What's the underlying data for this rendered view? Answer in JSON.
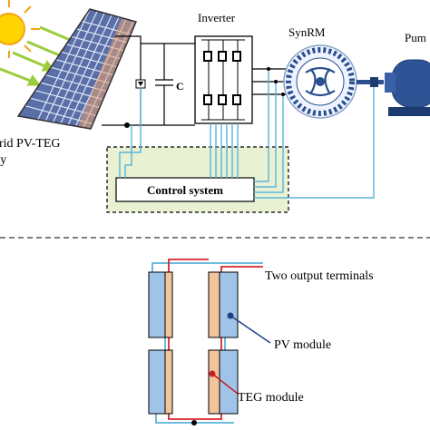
{
  "labels": {
    "inverter": "Inverter",
    "motor": "SynRM",
    "pump": "Pum",
    "array_line1": "brid PV-TEG",
    "array_line2": "ay",
    "capacitor": "C",
    "control": "Control system",
    "output_terminals": "Two output terminals",
    "pv_module": "PV module",
    "teg_module": "TEG module"
  },
  "colors": {
    "pv_blue": "#9fc4e8",
    "teg_orange": "#f2c49c",
    "wire_blue": "#5ab4dc",
    "wire_red": "#d8262a",
    "control_fill": "#e8f2d2",
    "sun": "#ffd400",
    "motor_blue": "#2b4f8f"
  }
}
